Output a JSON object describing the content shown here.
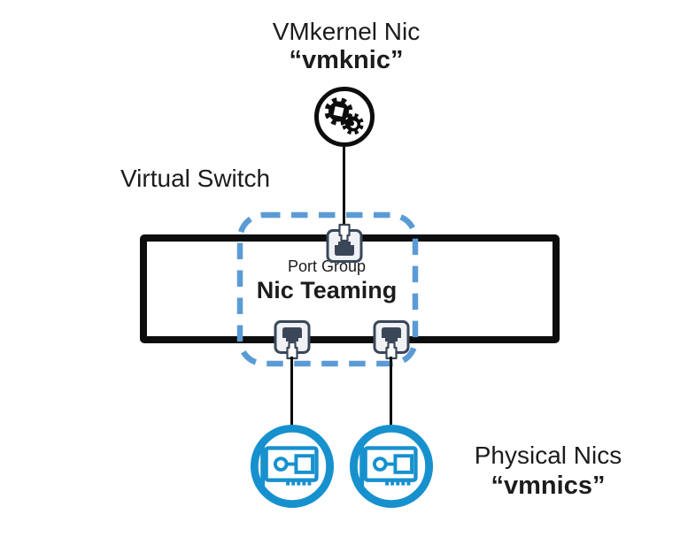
{
  "labels": {
    "vmkernel_line1": "VMkernel Nic",
    "vmkernel_line2": "“vmknic”",
    "virtual_switch": "Virtual Switch",
    "port_group": "Port Group",
    "nic_teaming": "Nic Teaming",
    "physical_line1": "Physical Nics",
    "physical_line2": "“vmnics”"
  },
  "icons": {
    "vmkernel_icon": "gears-in-circle-icon",
    "uplink_port_icon": "rj45-port-icon",
    "physical_nic_icon": "network-card-in-circle-icon"
  },
  "colors": {
    "dashed_box_blue": "#5B9BD5",
    "nic_blue": "#1791CE",
    "port_dark": "#3A4759",
    "port_light": "#EFF1F4",
    "stroke_black": "#0D0D0D"
  }
}
